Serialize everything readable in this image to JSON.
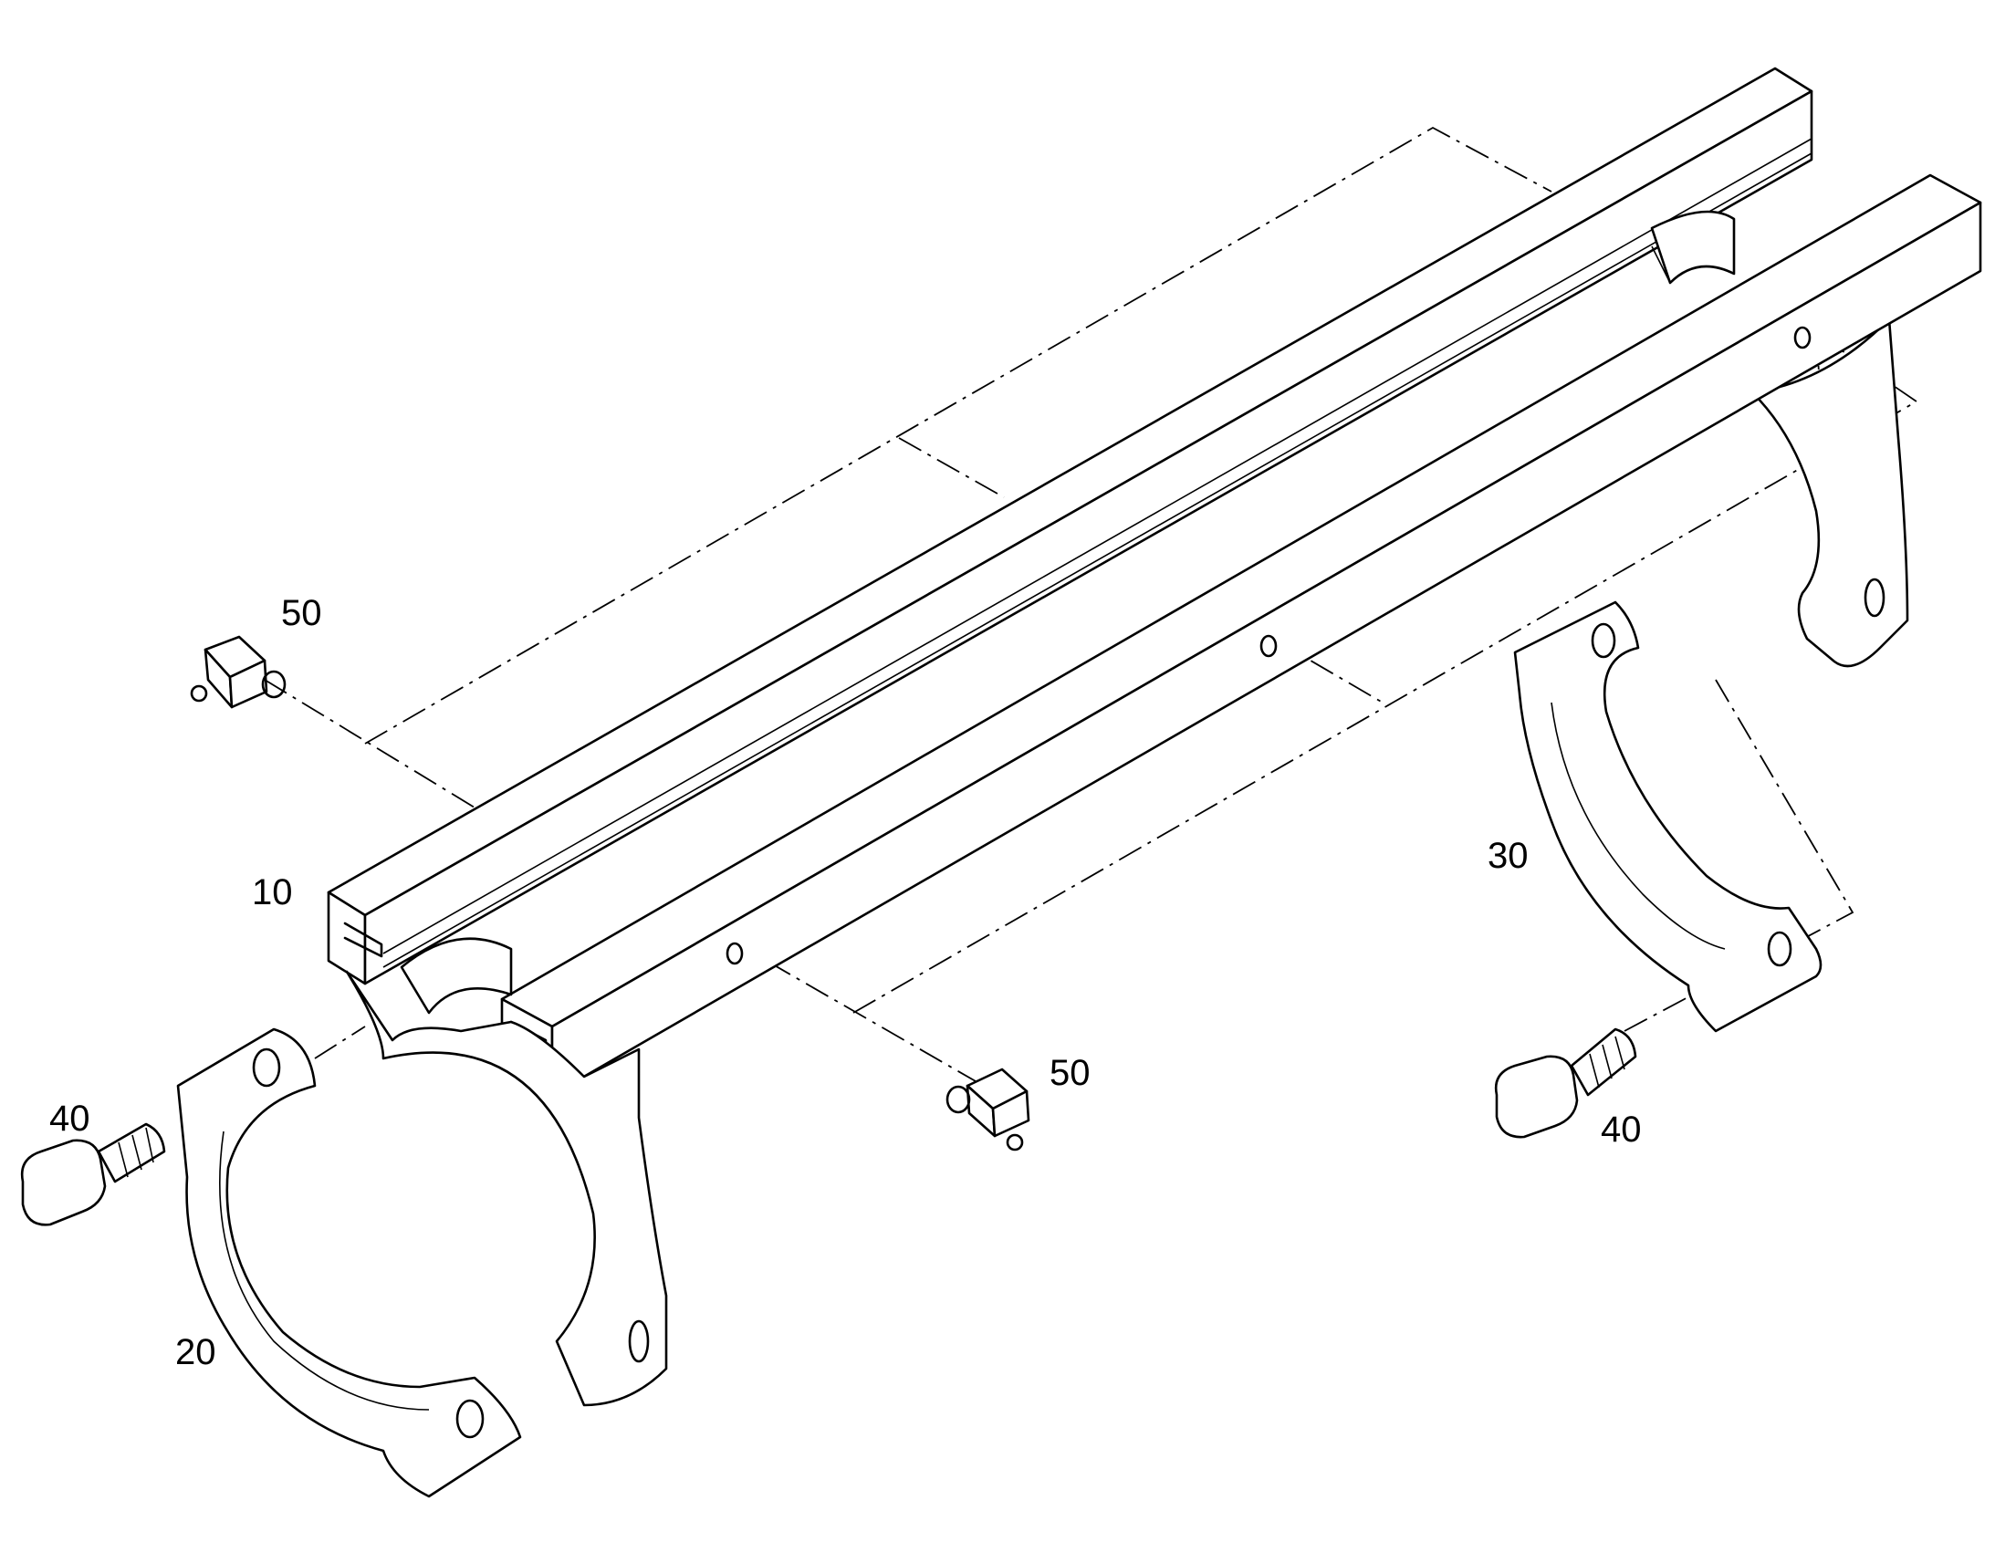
{
  "figure": {
    "background": "#ffffff",
    "line_color": "#000000",
    "reference_numerals": {
      "support_rail": "10",
      "lower_clamp_left": "20",
      "lower_clamp_right": "30",
      "bolt_left": "40",
      "bolt_right": "40",
      "fastener_top": "50",
      "fastener_bottom": "50"
    }
  }
}
